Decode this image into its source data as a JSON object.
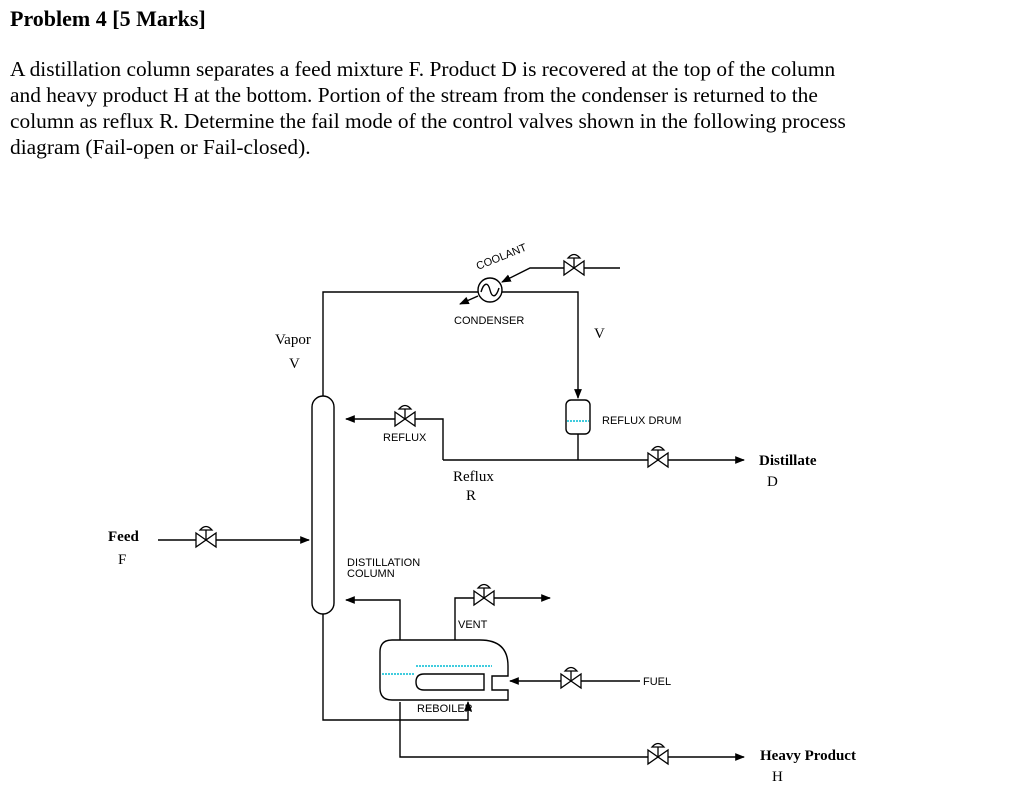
{
  "problem": {
    "title": "Problem 4 [5 Marks]",
    "lines": [
      "A distillation column separates a feed mixture F. Product D is recovered at the top of the column",
      "and heavy product H at the bottom. Portion of the stream from the condenser is returned to the",
      "column as reflux R. Determine the fail mode of the control valves shown in the following process",
      "diagram (Fail-open or Fail-closed)."
    ]
  },
  "diagram": {
    "labels": {
      "coolant": "COOLANT",
      "condenser": "CONDENSER",
      "vapor": "Vapor",
      "vapor_symbol": "V",
      "v_line": "V",
      "reflux_drum": "REFLUX DRUM",
      "reflux_valve": "REFLUX",
      "reflux": "Reflux",
      "reflux_symbol": "R",
      "distillate": "Distillate",
      "distillate_symbol": "D",
      "feed": "Feed",
      "feed_symbol": "F",
      "column": [
        "DISTILLATION",
        "COLUMN"
      ],
      "vent": "VENT",
      "fuel": "FUEL",
      "reboiler": "REBOILER",
      "heavy_product": "Heavy Product",
      "heavy_symbol": "H"
    },
    "colors": {
      "line": "#000000",
      "liquid": "#00bcd4"
    }
  }
}
